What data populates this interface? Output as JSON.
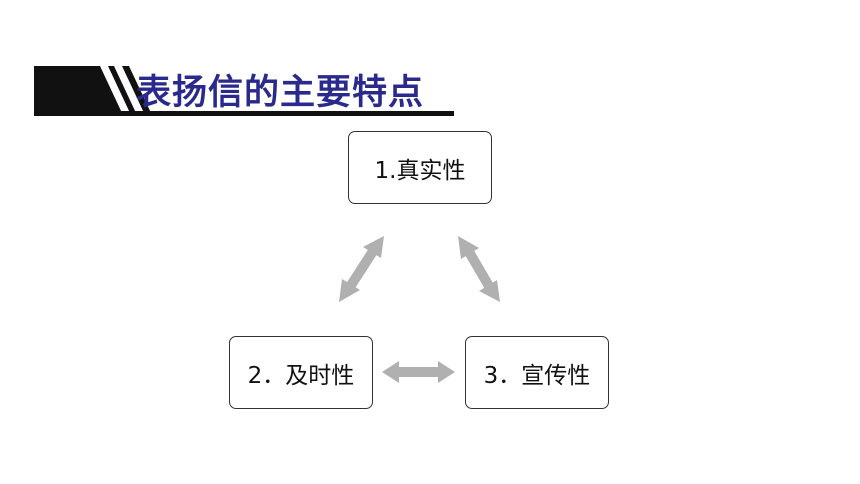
{
  "title": "表扬信的主要特点",
  "nodes": {
    "truthfulness": "1.真实性",
    "timeliness": "2．及时性",
    "publicity": "3．宣传性"
  },
  "colors": {
    "title": "#2a2a8c",
    "header_bar": "#111111",
    "arrow": "#b0b0b0",
    "node_border": "#333333"
  }
}
